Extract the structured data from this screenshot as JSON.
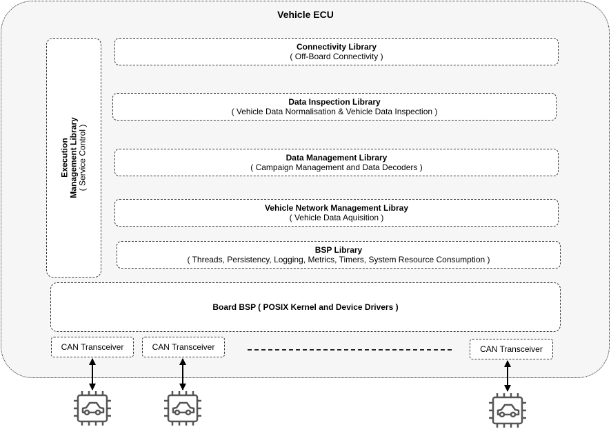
{
  "diagram": {
    "title": "Vehicle ECU",
    "execution": {
      "line1": "Execution",
      "line2": "Management Library",
      "line3": "( Service Control )"
    },
    "layers": [
      {
        "title": "Connectivity Library",
        "subtitle": "( Off-Board Connectivity )"
      },
      {
        "title": "Data Inspection Library",
        "subtitle": "( Vehicle Data Normalisation & Vehicle Data Inspection )"
      },
      {
        "title": "Data Management Library",
        "subtitle": "( Campaign Management and Data Decoders )"
      },
      {
        "title": "Vehicle Network Management Libray",
        "subtitle": "( Vehicle Data Aquisition )"
      },
      {
        "title": "BSP Library",
        "subtitle": "( Threads, Persistency, Logging, Metrics, Timers, System Resource Consumption )"
      }
    ],
    "board_bsp": "Board BSP ( POSIX Kernel and Device Drivers )",
    "transceivers": [
      "CAN Transceiver",
      "CAN Transceiver",
      "CAN Transceiver"
    ],
    "icons": [
      "vehicle-chip-icon",
      "vehicle-chip-icon",
      "vehicle-chip-icon"
    ]
  }
}
